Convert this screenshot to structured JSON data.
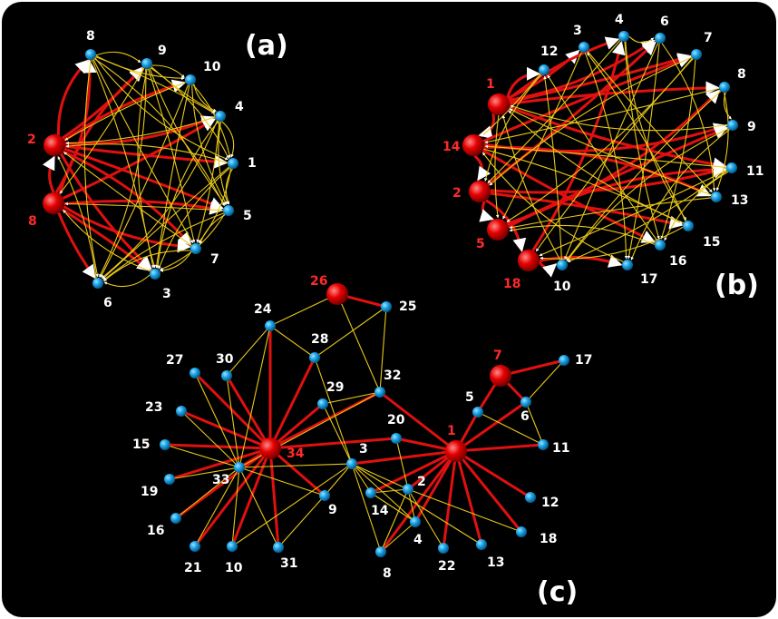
{
  "colors": {
    "background": "#000000",
    "hub_node": "#e60000",
    "node": "#1aa3e8",
    "hub_edge": "#e01010",
    "edge": "#e8c81a",
    "hub_label": "#ff2a2a",
    "label": "#ffffff"
  },
  "panels": [
    {
      "key": "a",
      "label": "(a)",
      "nodes": [
        {
          "id": "8",
          "hub": false
        },
        {
          "id": "9",
          "hub": false
        },
        {
          "id": "10",
          "hub": false
        },
        {
          "id": "4",
          "hub": false
        },
        {
          "id": "1",
          "hub": false
        },
        {
          "id": "5",
          "hub": false
        },
        {
          "id": "7",
          "hub": false
        },
        {
          "id": "3",
          "hub": false
        },
        {
          "id": "6",
          "hub": false
        },
        {
          "id": "2",
          "hub": true
        },
        {
          "id": "8b",
          "text": "8",
          "hub": true
        }
      ],
      "edges": [
        [
          "2",
          "8",
          1
        ],
        [
          "2",
          "9",
          1
        ],
        [
          "2",
          "10",
          1
        ],
        [
          "2",
          "4",
          1
        ],
        [
          "2",
          "1",
          1
        ],
        [
          "2",
          "5",
          1
        ],
        [
          "2",
          "7",
          1
        ],
        [
          "2",
          "3",
          1
        ],
        [
          "8b",
          "2",
          1
        ],
        [
          "8b",
          "8",
          1
        ],
        [
          "8b",
          "9",
          1
        ],
        [
          "8b",
          "4",
          1
        ],
        [
          "8b",
          "5",
          1
        ],
        [
          "8b",
          "7",
          1
        ],
        [
          "8b",
          "3",
          1
        ],
        [
          "8b",
          "6",
          1
        ],
        [
          "8",
          "9",
          0
        ],
        [
          "8",
          "10",
          0
        ],
        [
          "8",
          "4",
          0
        ],
        [
          "8",
          "1",
          0
        ],
        [
          "8",
          "5",
          0
        ],
        [
          "8",
          "7",
          0
        ],
        [
          "8",
          "3",
          0
        ],
        [
          "8",
          "6",
          0
        ],
        [
          "9",
          "10",
          0
        ],
        [
          "9",
          "4",
          0
        ],
        [
          "9",
          "1",
          0
        ],
        [
          "9",
          "5",
          0
        ],
        [
          "9",
          "7",
          0
        ],
        [
          "9",
          "3",
          0
        ],
        [
          "9",
          "6",
          0
        ],
        [
          "10",
          "4",
          0
        ],
        [
          "10",
          "1",
          0
        ],
        [
          "10",
          "5",
          0
        ],
        [
          "10",
          "3",
          0
        ],
        [
          "10",
          "6",
          0
        ],
        [
          "4",
          "1",
          0
        ],
        [
          "4",
          "5",
          0
        ],
        [
          "4",
          "7",
          0
        ],
        [
          "4",
          "3",
          0
        ],
        [
          "4",
          "6",
          0
        ],
        [
          "1",
          "5",
          0
        ],
        [
          "1",
          "7",
          0
        ],
        [
          "1",
          "3",
          0
        ],
        [
          "1",
          "6",
          0
        ],
        [
          "5",
          "7",
          0
        ],
        [
          "5",
          "3",
          0
        ],
        [
          "5",
          "6",
          0
        ],
        [
          "7",
          "3",
          0
        ],
        [
          "7",
          "6",
          0
        ],
        [
          "3",
          "6",
          0
        ],
        [
          "10",
          "2",
          0
        ],
        [
          "4",
          "2",
          0
        ],
        [
          "1",
          "2",
          0
        ],
        [
          "5",
          "8b",
          0
        ],
        [
          "7",
          "2",
          0
        ],
        [
          "3",
          "8b",
          0
        ],
        [
          "6",
          "2",
          0
        ],
        [
          "9",
          "8b",
          0
        ]
      ]
    },
    {
      "key": "b",
      "label": "(b)",
      "nodes": [
        {
          "id": "12",
          "hub": false
        },
        {
          "id": "3",
          "hub": false
        },
        {
          "id": "4",
          "hub": false
        },
        {
          "id": "6",
          "hub": false
        },
        {
          "id": "7",
          "hub": false
        },
        {
          "id": "8",
          "hub": false
        },
        {
          "id": "9",
          "hub": false
        },
        {
          "id": "11",
          "hub": false
        },
        {
          "id": "13",
          "hub": false
        },
        {
          "id": "15",
          "hub": false
        },
        {
          "id": "16",
          "hub": false
        },
        {
          "id": "17",
          "hub": false
        },
        {
          "id": "10",
          "hub": false
        },
        {
          "id": "1",
          "hub": true
        },
        {
          "id": "14",
          "hub": true
        },
        {
          "id": "2",
          "hub": true
        },
        {
          "id": "5",
          "hub": true
        },
        {
          "id": "18",
          "hub": true
        }
      ],
      "edges": [
        [
          "1",
          "12",
          1
        ],
        [
          "1",
          "3",
          1
        ],
        [
          "1",
          "4",
          1
        ],
        [
          "1",
          "6",
          1
        ],
        [
          "1",
          "7",
          1
        ],
        [
          "1",
          "8",
          1
        ],
        [
          "1",
          "14",
          1
        ],
        [
          "1",
          "11",
          1
        ],
        [
          "14",
          "7",
          1
        ],
        [
          "14",
          "9",
          1
        ],
        [
          "14",
          "13",
          1
        ],
        [
          "14",
          "16",
          1
        ],
        [
          "14",
          "2",
          1
        ],
        [
          "2",
          "11",
          1
        ],
        [
          "2",
          "6",
          1
        ],
        [
          "2",
          "15",
          1
        ],
        [
          "2",
          "18",
          1
        ],
        [
          "2",
          "5",
          1
        ],
        [
          "5",
          "9",
          1
        ],
        [
          "5",
          "8",
          1
        ],
        [
          "5",
          "11",
          1
        ],
        [
          "18",
          "10",
          1
        ],
        [
          "18",
          "17",
          1
        ],
        [
          "18",
          "4",
          1
        ],
        [
          "12",
          "14",
          0
        ],
        [
          "3",
          "5",
          0
        ],
        [
          "3",
          "17",
          0
        ],
        [
          "4",
          "6",
          0
        ],
        [
          "4",
          "2",
          0
        ],
        [
          "4",
          "15",
          0
        ],
        [
          "6",
          "13",
          0
        ],
        [
          "6",
          "10",
          0
        ],
        [
          "7",
          "16",
          0
        ],
        [
          "7",
          "2",
          0
        ],
        [
          "7",
          "18",
          0
        ],
        [
          "8",
          "9",
          0
        ],
        [
          "8",
          "13",
          0
        ],
        [
          "8",
          "10",
          0
        ],
        [
          "8",
          "14",
          0
        ],
        [
          "9",
          "17",
          0
        ],
        [
          "9",
          "1",
          0
        ],
        [
          "11",
          "14",
          0
        ],
        [
          "11",
          "10",
          0
        ],
        [
          "11",
          "16",
          0
        ],
        [
          "13",
          "5",
          0
        ],
        [
          "13",
          "1",
          0
        ],
        [
          "15",
          "1",
          0
        ],
        [
          "15",
          "3",
          0
        ],
        [
          "16",
          "12",
          0
        ],
        [
          "16",
          "5",
          0
        ],
        [
          "17",
          "14",
          0
        ],
        [
          "10",
          "12",
          0
        ],
        [
          "10",
          "1",
          0
        ],
        [
          "12",
          "2",
          0
        ],
        [
          "3",
          "13",
          0
        ],
        [
          "6",
          "17",
          0
        ],
        [
          "7",
          "5",
          0
        ],
        [
          "4",
          "16",
          0
        ],
        [
          "11",
          "18",
          0
        ],
        [
          "9",
          "10",
          0
        ],
        [
          "15",
          "18",
          0
        ],
        [
          "1",
          "5",
          0
        ],
        [
          "14",
          "15",
          0
        ]
      ]
    },
    {
      "key": "c",
      "label": "(c)",
      "nodes": [
        {
          "id": "26",
          "hub": true
        },
        {
          "id": "25",
          "hub": false
        },
        {
          "id": "24",
          "hub": false
        },
        {
          "id": "28",
          "hub": false
        },
        {
          "id": "27",
          "hub": false
        },
        {
          "id": "30",
          "hub": false
        },
        {
          "id": "29",
          "hub": false
        },
        {
          "id": "32",
          "hub": false
        },
        {
          "id": "7",
          "hub": true
        },
        {
          "id": "17",
          "hub": false
        },
        {
          "id": "6",
          "hub": false
        },
        {
          "id": "5",
          "hub": false
        },
        {
          "id": "23",
          "hub": false
        },
        {
          "id": "20",
          "hub": false
        },
        {
          "id": "1",
          "hub": true
        },
        {
          "id": "11",
          "hub": false
        },
        {
          "id": "15",
          "hub": false
        },
        {
          "id": "34",
          "hub": true
        },
        {
          "id": "3",
          "hub": false
        },
        {
          "id": "33",
          "hub": false
        },
        {
          "id": "19",
          "hub": false
        },
        {
          "id": "2",
          "hub": false
        },
        {
          "id": "14",
          "hub": false
        },
        {
          "id": "9",
          "hub": false
        },
        {
          "id": "12",
          "hub": false
        },
        {
          "id": "16",
          "hub": false
        },
        {
          "id": "4",
          "hub": false
        },
        {
          "id": "18",
          "hub": false
        },
        {
          "id": "21",
          "hub": false
        },
        {
          "id": "10",
          "hub": false
        },
        {
          "id": "31",
          "hub": false
        },
        {
          "id": "22",
          "hub": false
        },
        {
          "id": "13",
          "hub": false
        },
        {
          "id": "8",
          "hub": false
        }
      ],
      "edges": [
        [
          "26",
          "25",
          1
        ],
        [
          "7",
          "17",
          1
        ],
        [
          "7",
          "6",
          1
        ],
        [
          "7",
          "5",
          1
        ],
        [
          "1",
          "32",
          1
        ],
        [
          "1",
          "20",
          1
        ],
        [
          "1",
          "11",
          1
        ],
        [
          "1",
          "6",
          1
        ],
        [
          "1",
          "5",
          1
        ],
        [
          "1",
          "12",
          1
        ],
        [
          "1",
          "18",
          1
        ],
        [
          "1",
          "13",
          1
        ],
        [
          "1",
          "22",
          1
        ],
        [
          "1",
          "8",
          1
        ],
        [
          "1",
          "4",
          1
        ],
        [
          "1",
          "14",
          1
        ],
        [
          "1",
          "2",
          1
        ],
        [
          "1",
          "3",
          1
        ],
        [
          "34",
          "24",
          1
        ],
        [
          "34",
          "28",
          1
        ],
        [
          "34",
          "30",
          1
        ],
        [
          "34",
          "27",
          1
        ],
        [
          "34",
          "29",
          1
        ],
        [
          "34",
          "23",
          1
        ],
        [
          "34",
          "20",
          1
        ],
        [
          "34",
          "15",
          1
        ],
        [
          "34",
          "19",
          1
        ],
        [
          "34",
          "16",
          1
        ],
        [
          "34",
          "21",
          1
        ],
        [
          "34",
          "10",
          1
        ],
        [
          "34",
          "31",
          1
        ],
        [
          "34",
          "33",
          1
        ],
        [
          "34",
          "9",
          1
        ],
        [
          "34",
          "32",
          1
        ],
        [
          "26",
          "24",
          0
        ],
        [
          "26",
          "32",
          0
        ],
        [
          "25",
          "28",
          0
        ],
        [
          "25",
          "32",
          0
        ],
        [
          "24",
          "30",
          0
        ],
        [
          "24",
          "33",
          0
        ],
        [
          "24",
          "28",
          0
        ],
        [
          "28",
          "3",
          0
        ],
        [
          "30",
          "33",
          0
        ],
        [
          "27",
          "33",
          0
        ],
        [
          "29",
          "32",
          0
        ],
        [
          "29",
          "3",
          0
        ],
        [
          "32",
          "33",
          0
        ],
        [
          "6",
          "17",
          0
        ],
        [
          "6",
          "11",
          0
        ],
        [
          "5",
          "11",
          0
        ],
        [
          "23",
          "33",
          0
        ],
        [
          "20",
          "2",
          0
        ],
        [
          "15",
          "33",
          0
        ],
        [
          "19",
          "33",
          0
        ],
        [
          "16",
          "33",
          0
        ],
        [
          "21",
          "33",
          0
        ],
        [
          "31",
          "33",
          0
        ],
        [
          "33",
          "3",
          0
        ],
        [
          "33",
          "9",
          0
        ],
        [
          "3",
          "2",
          0
        ],
        [
          "3",
          "4",
          0
        ],
        [
          "3",
          "8",
          0
        ],
        [
          "3",
          "14",
          0
        ],
        [
          "3",
          "10",
          0
        ],
        [
          "3",
          "13",
          0
        ],
        [
          "2",
          "4",
          0
        ],
        [
          "2",
          "14",
          0
        ],
        [
          "2",
          "8",
          0
        ],
        [
          "2",
          "18",
          0
        ],
        [
          "2",
          "22",
          0
        ],
        [
          "9",
          "31",
          0
        ],
        [
          "4",
          "8",
          0
        ],
        [
          "14",
          "4",
          0
        ],
        [
          "9",
          "3",
          0
        ],
        [
          "33",
          "10",
          0
        ]
      ]
    }
  ]
}
